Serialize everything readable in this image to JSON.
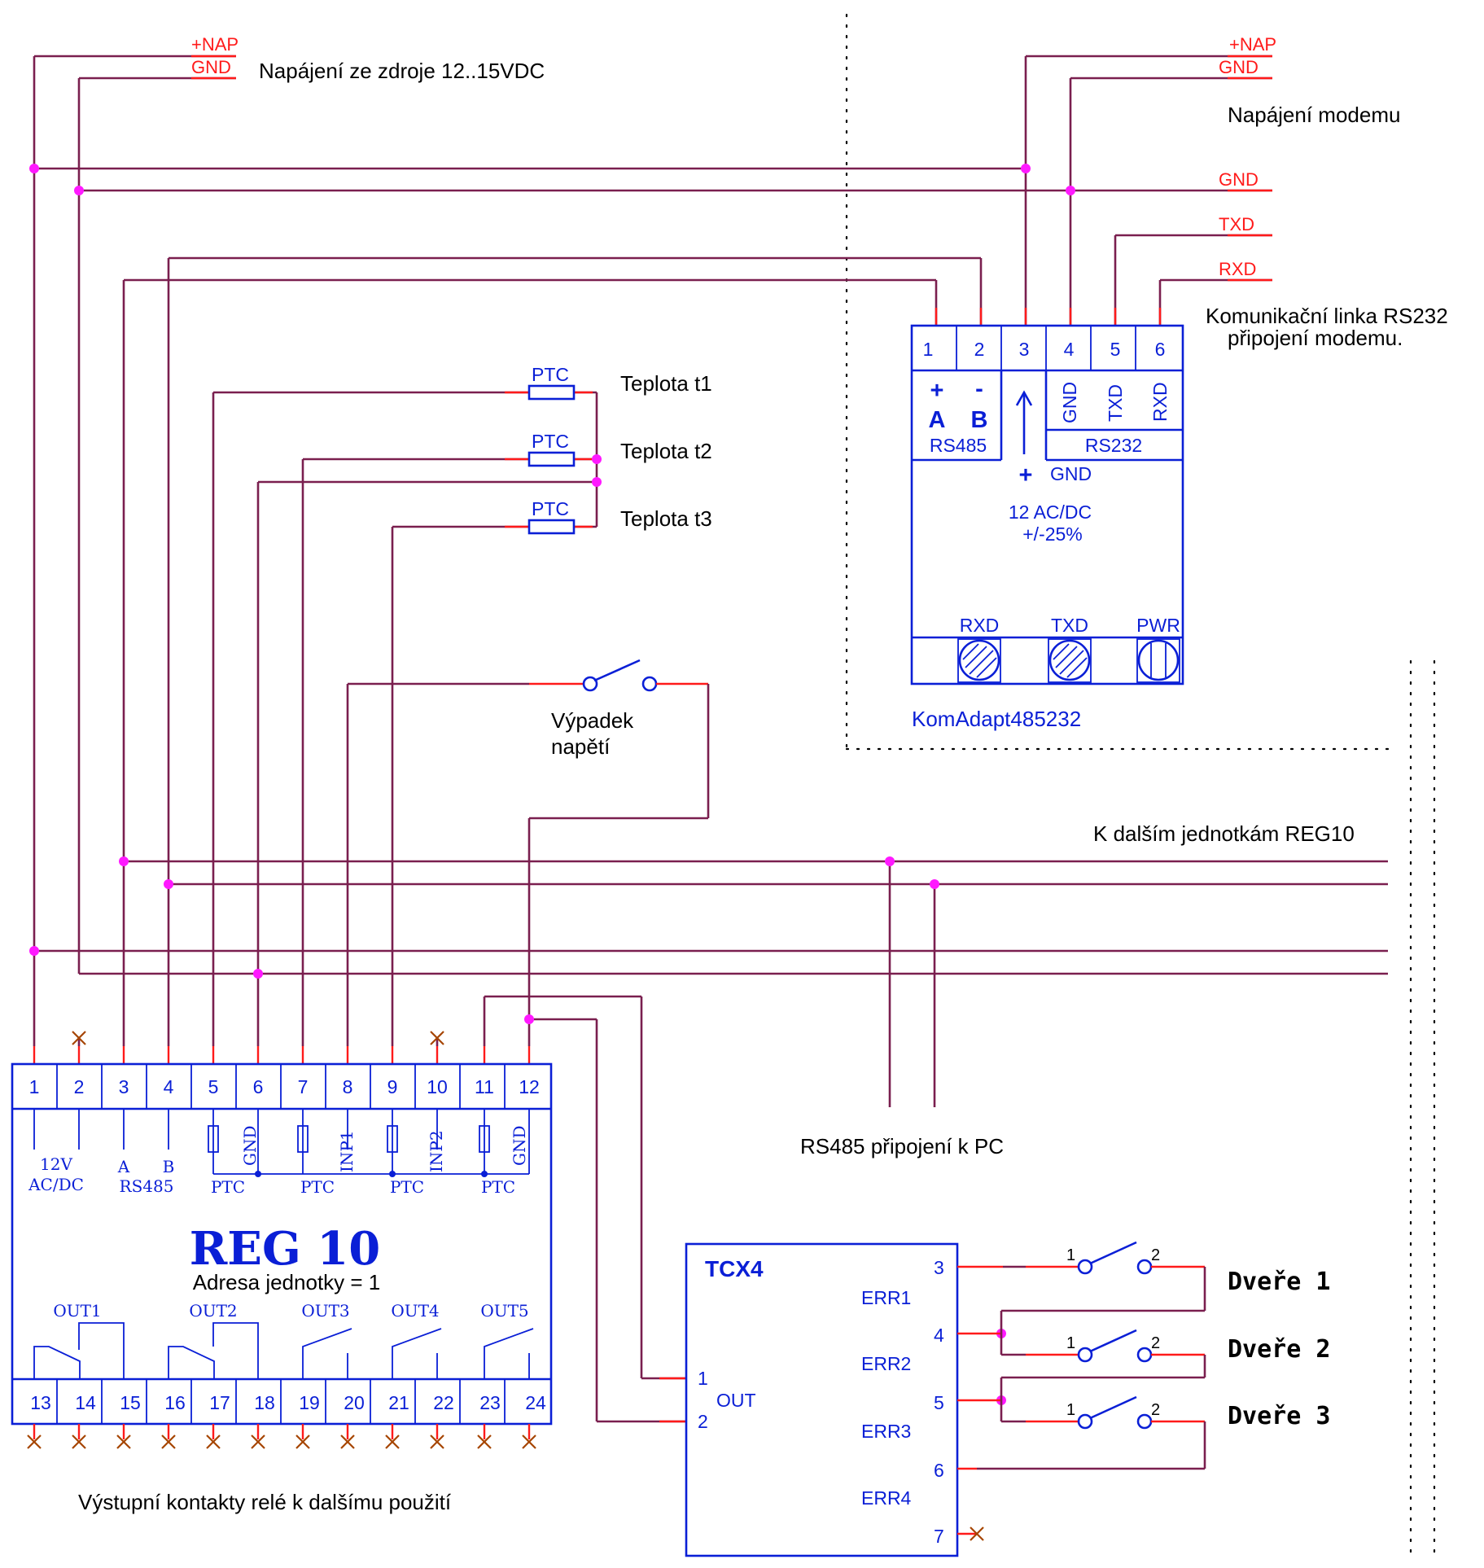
{
  "power": {
    "nap_label": "+NAP",
    "gnd_label": "GND",
    "description": "Napájení ze zdroje 12..15VDC"
  },
  "modem": {
    "nap_label": "+NAP",
    "gnd_label": "GND",
    "description": "Napájení modemu",
    "gnd2_label": "GND",
    "txd_label": "TXD",
    "rxd_label": "RXD",
    "rs232_line": "Komunikační linka RS232",
    "rs232_line_sub": "připojení modemu."
  },
  "adapter": {
    "terminals": [
      "1",
      "2",
      "3",
      "4",
      "5",
      "6"
    ],
    "plus": "+",
    "minus": "-",
    "a": "A",
    "b": "B",
    "rs485": "RS485",
    "gnd_v": "GND",
    "txd_v": "TXD",
    "rxd_v": "RXD",
    "rs232": "RS232",
    "supply_plus": "+",
    "supply_gnd": "GND",
    "supply": "12 AC/DC",
    "tolerance": "+/-25%",
    "led_rxd": "RXD",
    "led_txd": "TXD",
    "led_pwr": "PWR",
    "name": "KomAdapt485232"
  },
  "sensors": [
    {
      "type": "PTC",
      "label": "Teplota t1"
    },
    {
      "type": "PTC",
      "label": "Teplota t2"
    },
    {
      "type": "PTC",
      "label": "Teplota t3"
    }
  ],
  "outage": {
    "line1": "Výpadek",
    "line2": "napětí"
  },
  "bus_label": "K dalším jednotkám REG10",
  "pc_label": "RS485 připojení k PC",
  "reg10": {
    "top_terminals": [
      "1",
      "2",
      "3",
      "4",
      "5",
      "6",
      "7",
      "8",
      "9",
      "10",
      "11",
      "12"
    ],
    "bottom_terminals": [
      "13",
      "14",
      "15",
      "16",
      "17",
      "18",
      "19",
      "20",
      "21",
      "22",
      "23",
      "24"
    ],
    "v12": "12V",
    "acdc": "AC/DC",
    "a": "A",
    "b": "B",
    "rs485": "RS485",
    "ptc": [
      "PTC",
      "PTC",
      "PTC",
      "PTC"
    ],
    "gnd1": "GND",
    "inp1": "INP1",
    "inp2": "INP2",
    "gnd2": "GND",
    "title": "REG 10",
    "address": "Adresa jednotky  = 1",
    "outputs": [
      "OUT1",
      "OUT2",
      "OUT3",
      "OUT4",
      "OUT5"
    ],
    "relay_note": "Výstupní kontakty relé k dalšímu použití"
  },
  "tcx4": {
    "name": "TCX4",
    "in1": "1",
    "in2": "2",
    "out": "OUT",
    "err": [
      "ERR1",
      "ERR2",
      "ERR3",
      "ERR4"
    ],
    "pins": [
      "3",
      "4",
      "5",
      "6",
      "7"
    ]
  },
  "doors": [
    {
      "p1": "1",
      "p2": "2",
      "label": "Dveře 1"
    },
    {
      "p1": "1",
      "p2": "2",
      "label": "Dveře 2"
    },
    {
      "p1": "1",
      "p2": "2",
      "label": "Dveře 3"
    }
  ]
}
